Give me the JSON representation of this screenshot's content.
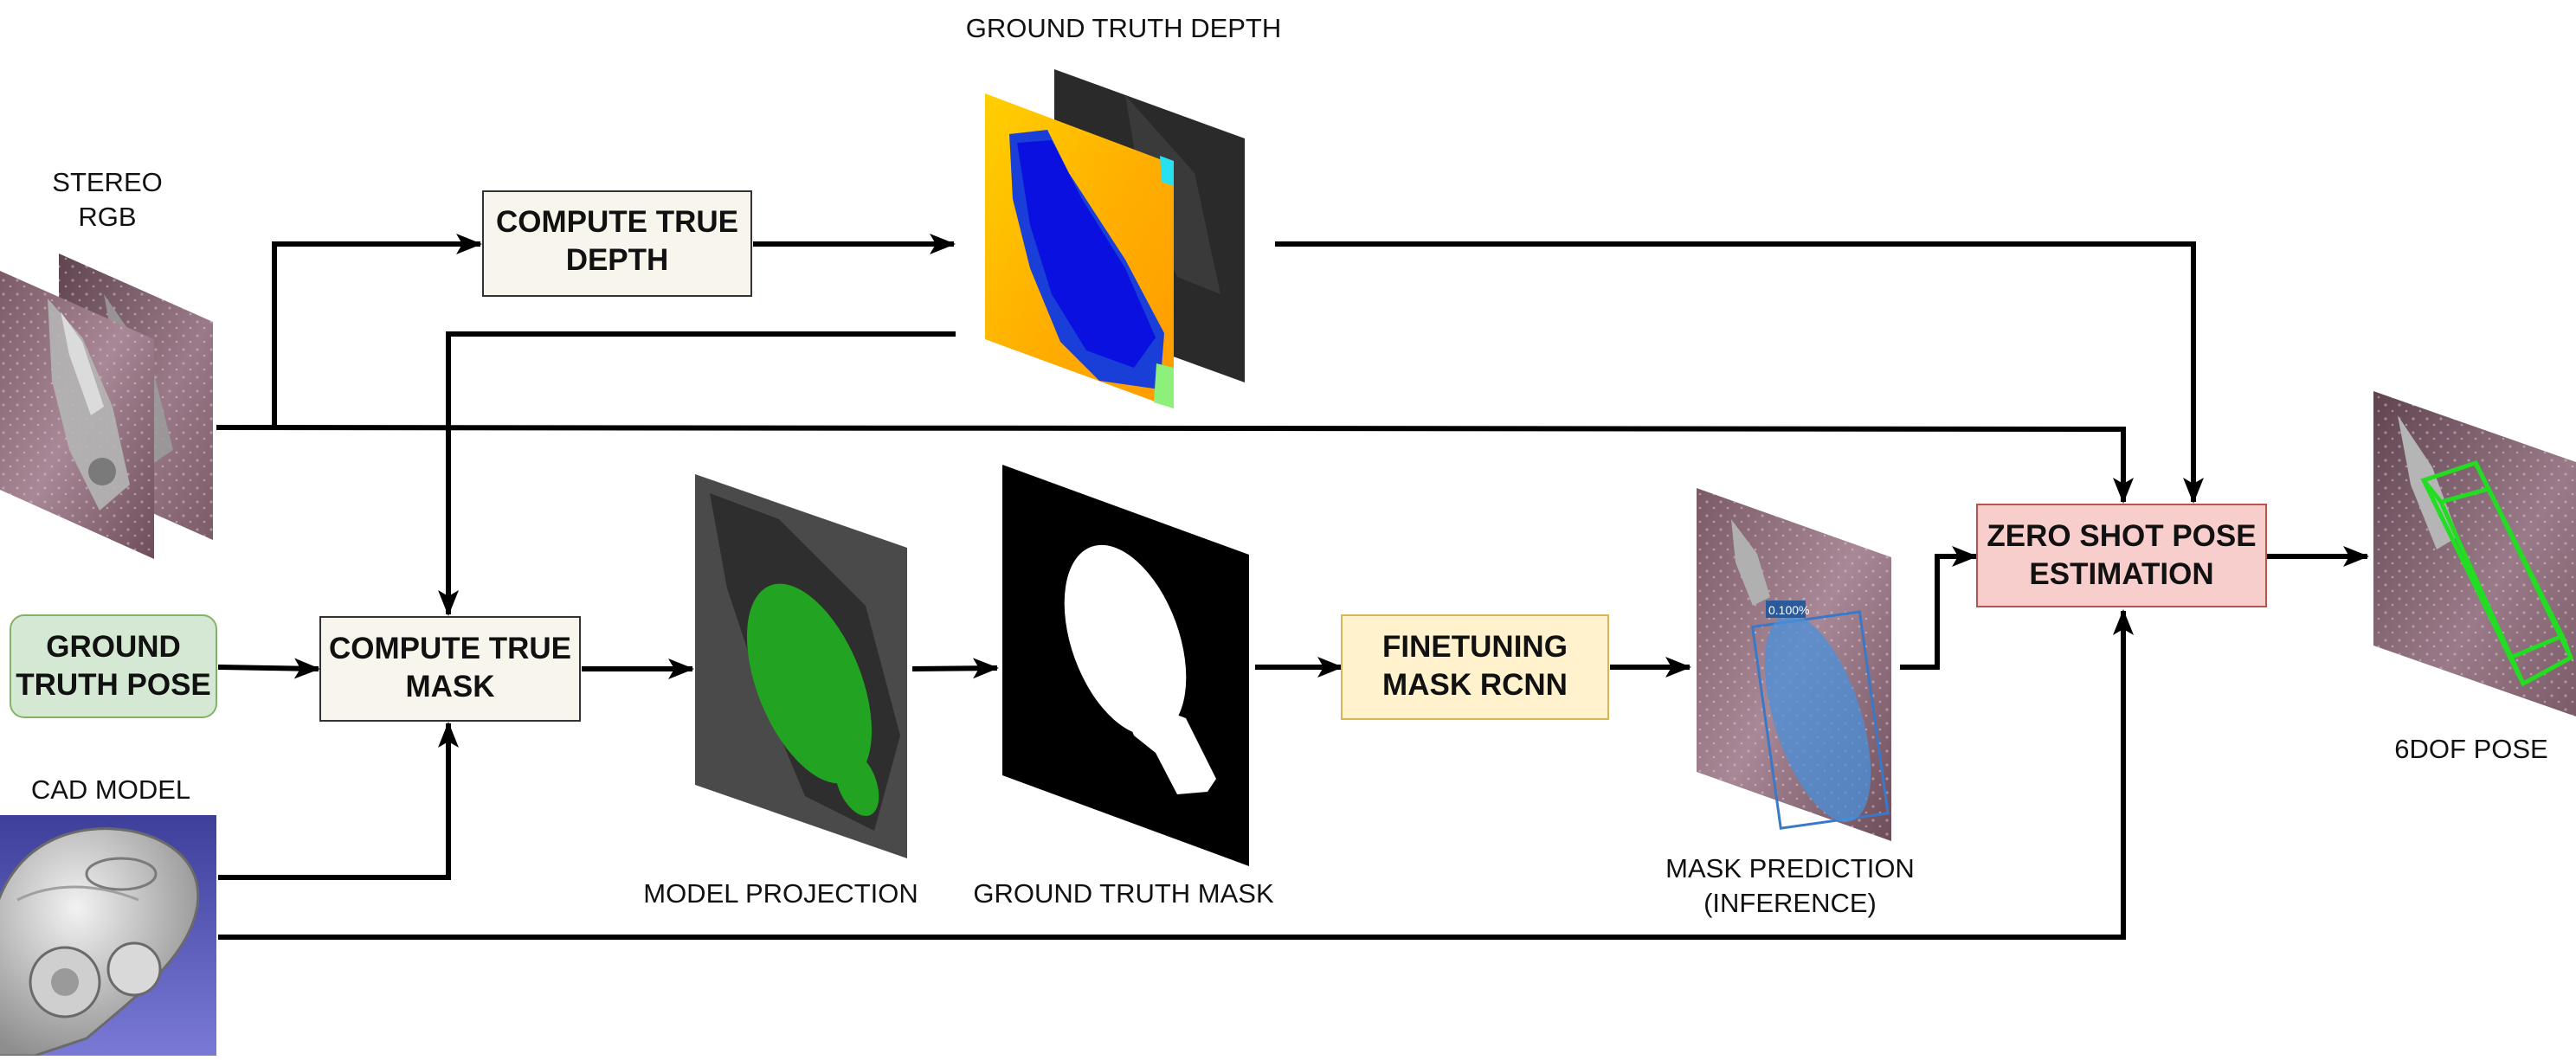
{
  "labels": {
    "ground_truth_depth": "GROUND TRUTH DEPTH",
    "stereo_line1": "STEREO",
    "stereo_line2": "RGB",
    "cad_model": "CAD MODEL",
    "model_projection": "MODEL PROJECTION",
    "ground_truth_mask": "GROUND TRUTH MASK",
    "mask_prediction_line1": "MASK PREDICTION",
    "mask_prediction_line2": "(INFERENCE)",
    "pose_6dof": "6DOF POSE",
    "mask_score": "0.100%"
  },
  "boxes": {
    "compute_true_depth": [
      "COMPUTE TRUE",
      "DEPTH"
    ],
    "ground_truth_pose": [
      "GROUND",
      "TRUTH POSE"
    ],
    "compute_true_mask": [
      "COMPUTE TRUE",
      "MASK"
    ],
    "finetuning": [
      "FINETUNING",
      "MASK RCNN"
    ],
    "zero_shot": [
      "ZERO SHOT POSE",
      "ESTIMATION"
    ]
  },
  "colors": {
    "box_neutral": "#f7f5ec",
    "box_green": "#d5e8d4",
    "box_green_border": "#82b366",
    "box_yellow": "#fff2cc",
    "box_yellow_border": "#d6b656",
    "box_red": "#f8cecc",
    "box_red_border": "#b85450",
    "arrow": "#000000",
    "projection_green": "#22a322",
    "bbox_green": "#22dd22",
    "prediction_blue": "#4a90d9"
  }
}
